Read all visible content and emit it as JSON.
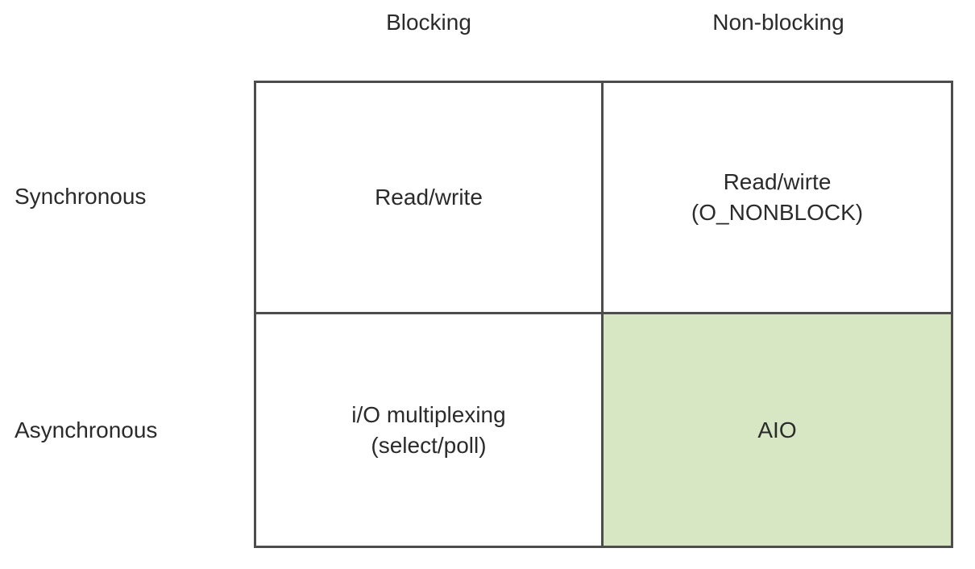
{
  "matrix": {
    "column_headers": {
      "blocking": "Blocking",
      "non_blocking": "Non-blocking"
    },
    "row_headers": {
      "synchronous": "Synchronous",
      "asynchronous": "Asynchronous"
    },
    "cells": {
      "synchronous_blocking": {
        "line1": "Read/write"
      },
      "synchronous_non_blocking": {
        "line1": "Read/wirte",
        "line2": "(O_NONBLOCK)"
      },
      "asynchronous_blocking": {
        "line1": "i/O multiplexing",
        "line2": "(select/poll)"
      },
      "asynchronous_non_blocking": {
        "line1": "AIO",
        "highlighted": true
      }
    }
  },
  "colors": {
    "highlight": "#d7e6c3",
    "border": "#4d4d4d",
    "text": "#2b2b2b",
    "background": "#ffffff"
  }
}
